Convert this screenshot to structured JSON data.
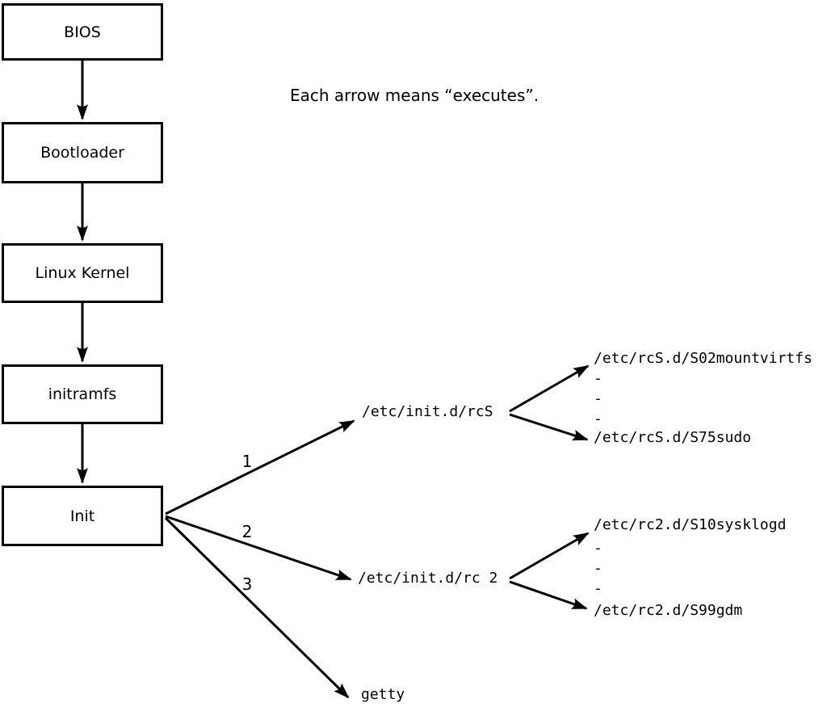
{
  "note": "Each arrow means “executes”.",
  "colors": {
    "background": "#ffffff",
    "line": "#000000",
    "box_border": "#000000",
    "text": "#000000"
  },
  "chain": [
    {
      "label": "BIOS"
    },
    {
      "label": "Bootloader"
    },
    {
      "label": "Linux Kernel"
    },
    {
      "label": "initramfs"
    },
    {
      "label": "Init"
    }
  ],
  "branches": [
    {
      "number": "1",
      "target": "/etc/init.d/rcS",
      "children": [
        "/etc/rcS.d/S02mountvirtfs",
        "-",
        "-",
        "-",
        "/etc/rcS.d/S75sudo"
      ]
    },
    {
      "number": "2",
      "target": "/etc/init.d/rc 2",
      "children": [
        "/etc/rc2.d/S10sysklogd",
        "-",
        "-",
        "-",
        "/etc/rc2.d/S99gdm"
      ]
    },
    {
      "number": "3",
      "target": "getty",
      "children": []
    }
  ]
}
